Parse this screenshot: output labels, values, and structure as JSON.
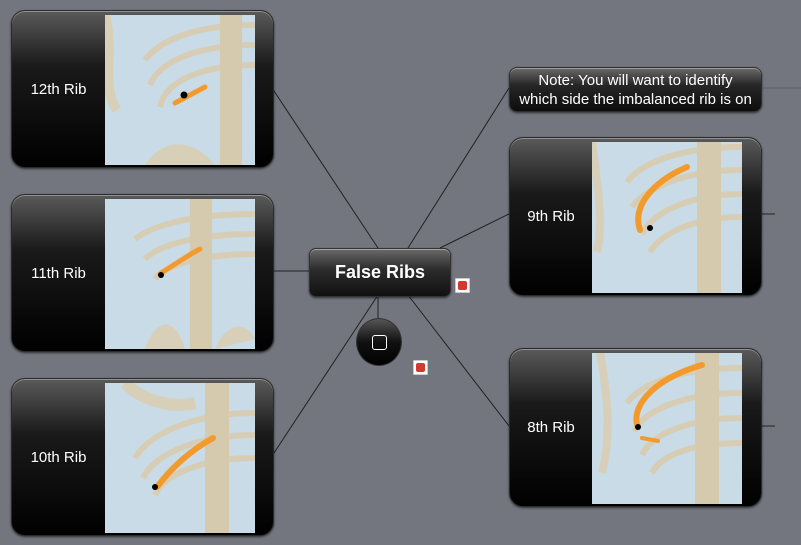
{
  "center": {
    "title": "False Ribs"
  },
  "note": {
    "line1": "Note: You will want to identify",
    "line2": "which side the imbalanced rib is on"
  },
  "left_nodes": [
    {
      "label": "12th Rib",
      "image": "spine-rib-illustration"
    },
    {
      "label": "11th Rib",
      "image": "spine-rib-illustration"
    },
    {
      "label": "10th Rib",
      "image": "spine-rib-illustration"
    }
  ],
  "right_nodes": [
    {
      "label": "9th Rib",
      "image": "spine-rib-illustration"
    },
    {
      "label": "8th Rib",
      "image": "spine-rib-illustration"
    }
  ],
  "icons": {
    "attachment": "pdf-attachment-icon",
    "floating_topic": "square-icon"
  },
  "colors": {
    "background": "#73757f",
    "rib_highlight": "#f39a2c",
    "image_background": "#c9dbe6"
  }
}
